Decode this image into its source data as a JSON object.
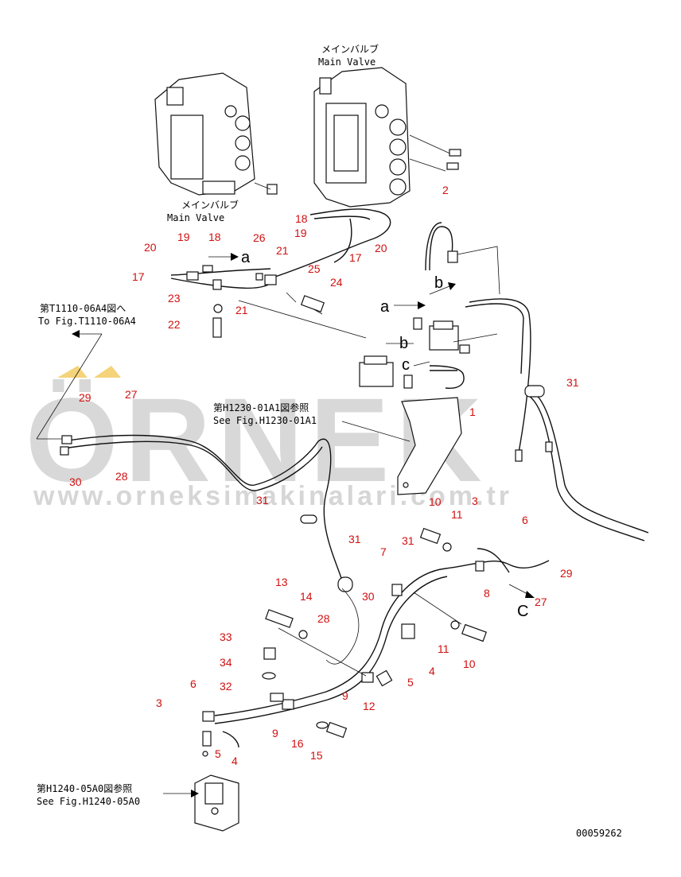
{
  "watermark": {
    "brand": "ÖRNEK",
    "url": "www.orneksimakinalari.com.tr"
  },
  "labels": {
    "main_valve_top_jp": "メインバルブ",
    "main_valve_top_en": "Main Valve",
    "main_valve_left_jp": "メインバルブ",
    "main_valve_left_en": "Main Valve",
    "ref_t1110_jp": "第T1110-06A4図へ",
    "ref_t1110_en": "To Fig.T1110-06A4",
    "ref_h1230_jp": "第H1230-01A1図参照",
    "ref_h1230_en": "See Fig.H1230-01A1",
    "ref_h1240_jp": "第H1240-05A0図参照",
    "ref_h1240_en": "See Fig.H1240-05A0",
    "drawing_number": "00059262"
  },
  "flow_letters": {
    "a_left": "a",
    "a_right": "a",
    "b_upper": "b",
    "b_lower": "b",
    "c_mid": "c",
    "c_right": "C"
  },
  "part_numbers": {
    "p2": "2",
    "p18a": "18",
    "p19a": "19",
    "p17a": "17",
    "p20a": "20",
    "p20b": "20",
    "p19b": "19",
    "p18b": "18",
    "p26": "26",
    "p21a": "21",
    "p25": "25",
    "p17b": "17",
    "p24": "24",
    "p23": "23",
    "p21b": "21",
    "p22": "22",
    "p31a": "31",
    "p1": "1",
    "p29a": "29",
    "p27a": "27",
    "p30a": "30",
    "p28a": "28",
    "p31b": "31",
    "p10a": "10",
    "p11a": "11",
    "p3a": "3",
    "p6a": "6",
    "p31c": "31",
    "p31d": "31",
    "p7": "7",
    "p29b": "29",
    "p8": "8",
    "p27b": "27",
    "p13": "13",
    "p14": "14",
    "p30b": "30",
    "p28b": "28",
    "p11b": "11",
    "p10b": "10",
    "p33": "33",
    "p34": "34",
    "p5a": "5",
    "p4a": "4",
    "p32": "32",
    "p9a": "9",
    "p12": "12",
    "p6b": "6",
    "p3b": "3",
    "p9b": "9",
    "p16": "16",
    "p15": "15",
    "p5b": "5",
    "p4b": "4"
  }
}
